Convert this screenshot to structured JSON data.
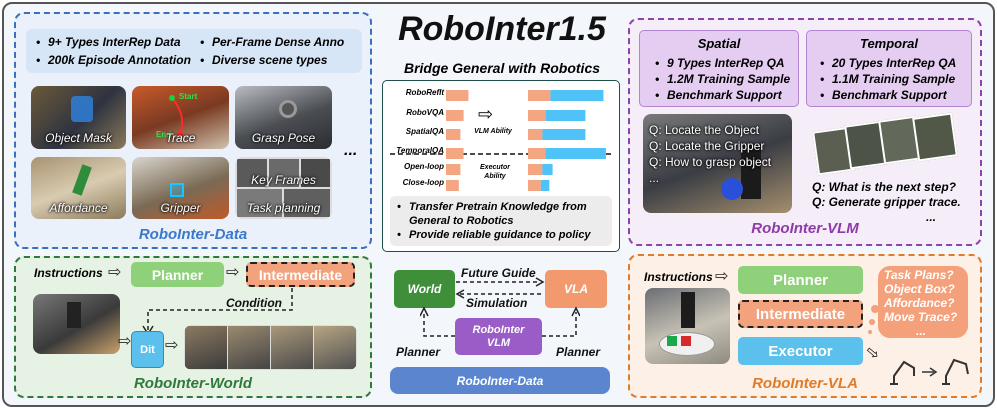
{
  "title": "RoboInter1.5",
  "data_panel": {
    "bullets": [
      "9+ Types InterRep Data",
      "Per-Frame Dense Anno",
      "200k Episode Annotation",
      "Diverse scene types"
    ],
    "photos": [
      "Object Mask",
      "Trace",
      "Grasp Pose",
      "Affordance",
      "Gripper",
      "Key Frames",
      "Task planning"
    ],
    "trace_labels": [
      "Start",
      "End"
    ],
    "ellipsis": "...",
    "label": "RoboInter-Data"
  },
  "center": {
    "subtitle": "Bridge General with Robotics",
    "rows_vlm": [
      "RoboRefIt",
      "RoboVQA",
      "SpatialQA",
      "TemporalQA"
    ],
    "rows_exec": [
      "Open-loop",
      "Close-loop"
    ],
    "vlm_ability": "VLM Ability",
    "exec_ability": "Executor Ability",
    "bullets": [
      "Transfer Pretrain Knowledge from General to Robotics",
      "Provide reliable guidance to policy"
    ],
    "colors": {
      "orange": "#f4a582",
      "blue": "#4fc3f7"
    },
    "before": [
      0.28,
      0.22,
      0.18,
      0.22,
      0.18,
      0.16
    ],
    "after": [
      0.92,
      0.7,
      0.7,
      0.95,
      0.3,
      0.26
    ],
    "diagram": {
      "world": "World",
      "vla": "VLA",
      "future_guide": "Future Guide",
      "simulation": "Simulation",
      "vlm": "RoboInter VLM",
      "planner_left": "Planner",
      "planner_right": "Planner",
      "data": "RoboInter-Data"
    }
  },
  "vlm_panel": {
    "spatial": {
      "title": "Spatial",
      "items": [
        "9 Types InterRep QA",
        "1.2M Training Sample",
        "Benchmark Support"
      ]
    },
    "temporal": {
      "title": "Temporal",
      "items": [
        "20 Types InterRep QA",
        "1.1M Training Sample",
        "Benchmark Support"
      ]
    },
    "spatial_qs": [
      "Q: Locate the Object",
      "Q: Locate the Gripper",
      "Q: How to grasp object",
      "..."
    ],
    "temporal_qs": [
      "Q: What is the next step?",
      "Q: Generate gripper trace.",
      "..."
    ],
    "label": "RoboInter-VLM"
  },
  "world_panel": {
    "instructions": "Instructions",
    "planner": "Planner",
    "intermediate": "Intermediate",
    "condition": "Condition",
    "dit": "Dit",
    "label": "RoboInter-World"
  },
  "vla_panel": {
    "instructions": "Instructions",
    "planner": "Planner",
    "intermediate": "Intermediate",
    "executor": "Executor",
    "questions": [
      "Task Plans?",
      "Object Box?",
      "Affordance?",
      "Move Trace?",
      "..."
    ],
    "label": "RoboInter-VLA"
  }
}
